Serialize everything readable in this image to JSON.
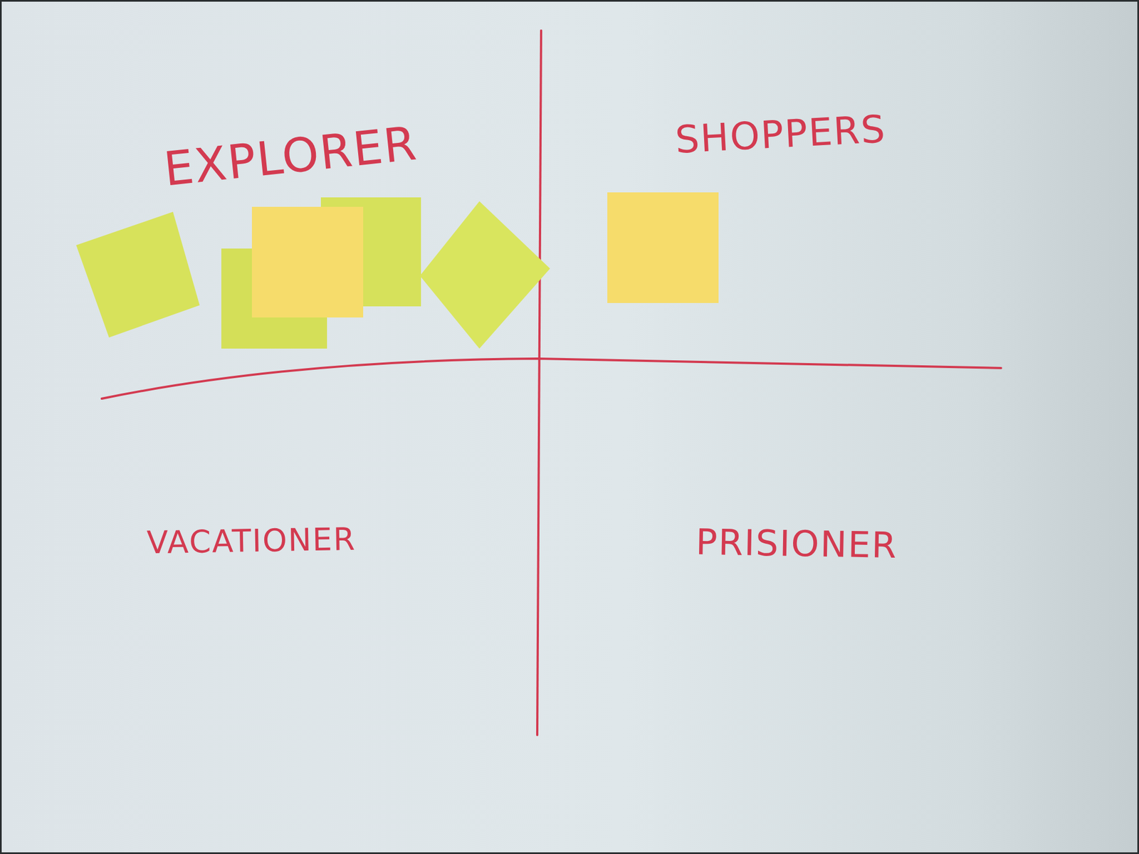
{
  "diagram": {
    "labels": [
      "EXPLORER",
      "SHOPPERS",
      "VACATIONER",
      "PRISIONER"
    ]
  }
}
